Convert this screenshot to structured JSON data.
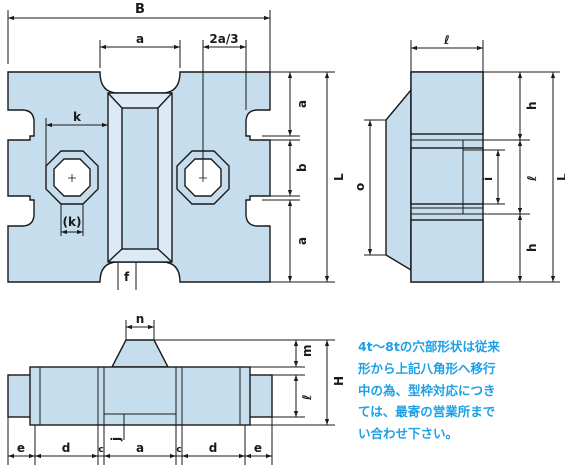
{
  "labels": {
    "B": "B",
    "a_top": "a",
    "two_a_third": "2a/3",
    "a_right_top": "a",
    "b_right": "b",
    "a_right_bot": "a",
    "L_left": "L",
    "k": "k",
    "k_paren": "(k)",
    "f": "f",
    "ell_side": "ℓ",
    "o": "o",
    "h_top": "h",
    "i": "i",
    "ell_mid": "ℓ",
    "h_bot": "h",
    "L_side": "L",
    "n": "n",
    "m": "m",
    "ell_front": "ℓ",
    "H": "H",
    "j": "j",
    "e_left": "e",
    "d_left": "d",
    "c_left": "c",
    "a_bottom": "a",
    "c_right": "c",
    "d_right": "d",
    "e_right": "e"
  },
  "note_lines": [
    "4t～8tの穴部形状は従来",
    "形から上記八角形へ移行",
    "中の為、型枠対応につき",
    "ては、最寄の営業所まで",
    "い合わせ下さい。"
  ],
  "colors": {
    "fill": "#c5dded",
    "fill_light": "#e4f0f8",
    "line": "#1a1a1a"
  }
}
